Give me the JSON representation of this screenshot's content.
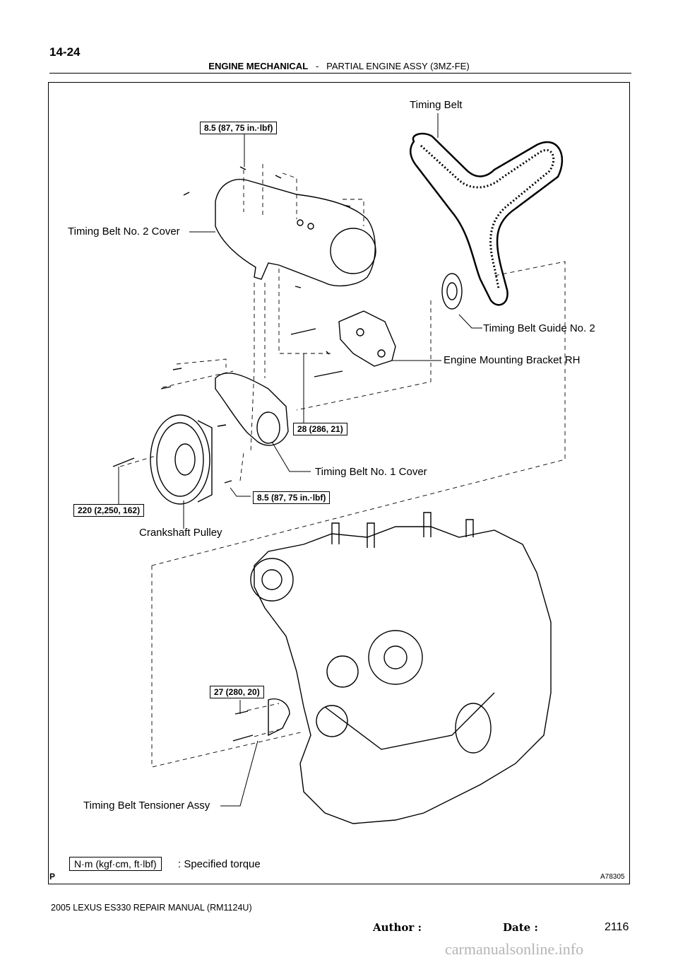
{
  "header": {
    "page_ref": "14-24",
    "section": "ENGINE MECHANICAL",
    "separator": "-",
    "subsection": "PARTIAL ENGINE ASSY (3MZ-FE)"
  },
  "diagram": {
    "labels": {
      "timing_belt": "Timing Belt",
      "no2_cover": "Timing Belt No. 2 Cover",
      "guide_no2": "Timing Belt Guide No. 2",
      "bracket": "Engine Mounting Bracket RH",
      "no1_cover": "Timing Belt No. 1 Cover",
      "crank_pulley": "Crankshaft Pulley",
      "tensioner": "Timing Belt Tensioner Assy"
    },
    "torques": {
      "t1": "8.5 (87, 75 in.·lbf)",
      "t2": "28 (286, 21)",
      "t3": "8.5 (87, 75 in.·lbf)",
      "t4": "220 (2,250, 162)",
      "t5": "27 (280, 20)"
    },
    "legend": {
      "unit": "N·m (kgf·cm, ft·lbf)",
      "meaning": ": Specified torque"
    },
    "figure_code": "A78305",
    "corner_mark": "P"
  },
  "footer": {
    "manual": "2005 LEXUS ES330 REPAIR MANUAL   (RM1124U)",
    "author": "Author :",
    "date": "Date :",
    "page": "2116",
    "watermark": "carmanualsonline.info"
  }
}
